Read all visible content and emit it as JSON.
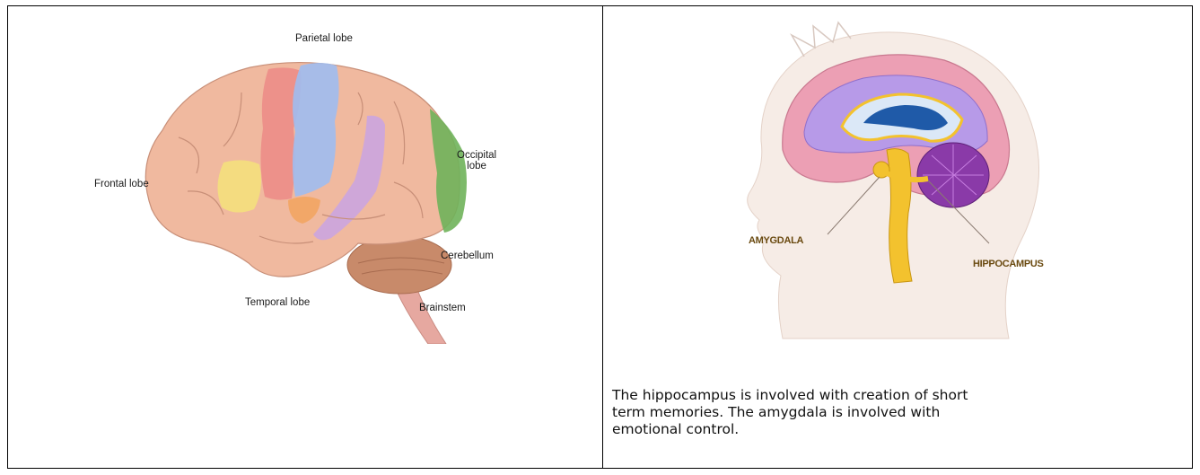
{
  "brain_lobes": {
    "labels": {
      "parietal": "Parietal lobe",
      "frontal": "Frontal lobe",
      "occipital_line1": "Occipital",
      "occipital_line2": "lobe",
      "cerebellum": "Cerebellum",
      "temporal": "Temporal lobe",
      "brainstem": "Brainstem"
    },
    "colors": {
      "cortex": "#f0b99f",
      "frontal_yellow": "#f5e27a",
      "motor_red": "#ec8a86",
      "parietal_blue": "#9fbdf0",
      "occipital_green": "#6fb25a",
      "temporal_purple": "#c9a3e3",
      "cerebellum": "#c88a6a",
      "brainstem": "#e6a8a0"
    }
  },
  "limbic": {
    "labels": {
      "amygdala": "AMYGDALA",
      "hippocampus": "HIPPOCAMPUS"
    },
    "caption": "The hippocampus is involved with creation of short term memories. The amygdala is involved with emotional control.",
    "colors": {
      "head": "#f6ece6",
      "cortex": "#ec9fb4",
      "ventricle_purple": "#b79ae8",
      "corpus": "#1f5aa8",
      "stem_yellow": "#f3c22e",
      "cerebellum": "#8a3aa8"
    }
  }
}
